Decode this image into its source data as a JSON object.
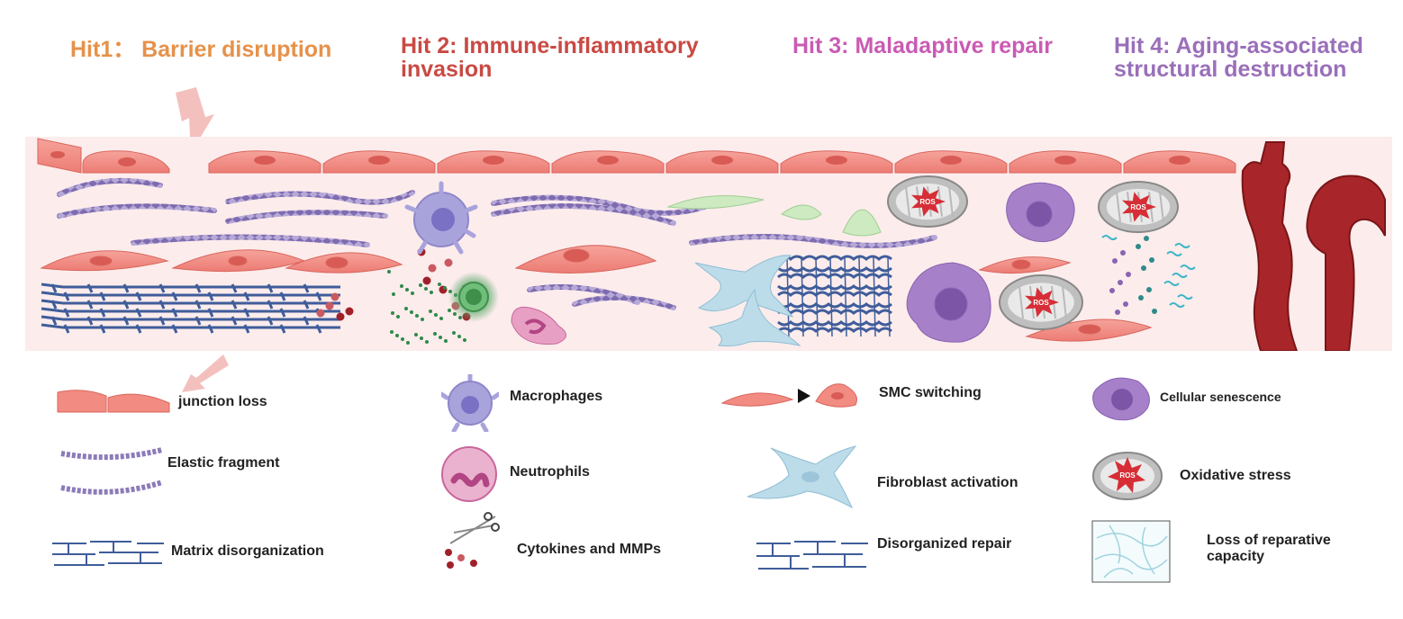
{
  "hits": [
    {
      "label": "Hit1： Barrier disruption",
      "color": "#e6914a"
    },
    {
      "label": "Hit 2: Immune-inflammatory\ninvasion",
      "color": "#c94a44"
    },
    {
      "label": "Hit 3: Maladaptive repair",
      "color": "#c95bb3"
    },
    {
      "label": "Hit 4: Aging-associated\nstructural destruction",
      "color": "#9a6fb9"
    }
  ],
  "ros_label": "ROS",
  "legend": {
    "junction_loss": "junction loss",
    "elastic_fragment": "Elastic fragment",
    "matrix_disorganization": "Matrix disorganization",
    "macrophages": "Macrophages",
    "neutrophils": "Neutrophils",
    "cytokines_mmps": "Cytokines and MMPs",
    "smc_switching": "SMC switching",
    "fibroblast_activation": "Fibroblast activation",
    "disorganized_repair": "Disorganized repair",
    "cellular_senescence": "Cellular senescence",
    "oxidative_stress": "Oxidative stress",
    "loss_reparative": "Loss of reparative\ncapacity"
  },
  "colors": {
    "endothelial": "#f28b82",
    "elastin": "#8c7bb8",
    "matrix": "#3f5d9a",
    "macrophage": "#a9a3dc",
    "senescent": "#a680c8",
    "fibroblast": "#bcdcea",
    "aorta": "#a8262a"
  }
}
